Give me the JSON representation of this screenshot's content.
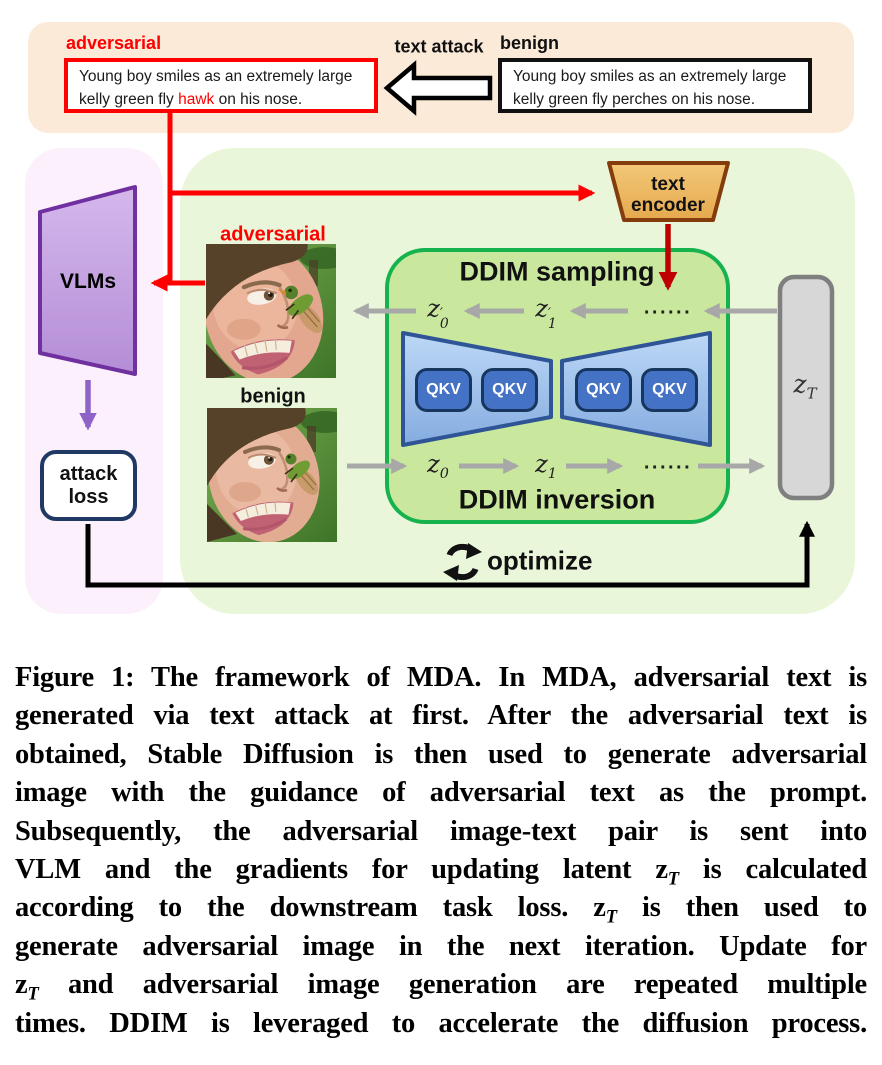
{
  "figure": {
    "top_panel": {
      "adversarial_label": "adversarial",
      "adversarial_text_pre": "Young boy smiles as an extremely large kelly green fly ",
      "adversarial_text_highlight": "hawk",
      "adversarial_text_post": " on his nose.",
      "arrow_label": "text attack",
      "benign_label": "benign",
      "benign_text": "Young boy smiles as an extremely large kelly green fly perches on his nose."
    },
    "left_panel": {
      "vlm_label": "VLMs",
      "attack_loss_line1": "attack",
      "attack_loss_line2": "loss"
    },
    "images": {
      "adversarial_caption": "adversarial",
      "benign_caption": "benign"
    },
    "encoder": {
      "line1": "text",
      "line2": "encoder"
    },
    "diffusion": {
      "sampling_title": "DDIM sampling",
      "inversion_title": "DDIM inversion",
      "qkv": "QKV",
      "top_latents": [
        {
          "base": "z",
          "prime": "′",
          "sub": "0"
        },
        {
          "base": "z",
          "prime": "′",
          "sub": "1"
        },
        {
          "dots": "......"
        }
      ],
      "bottom_latents": [
        {
          "base": "z",
          "sub": "0"
        },
        {
          "base": "z",
          "sub": "1"
        },
        {
          "dots": "......"
        }
      ],
      "zt": {
        "base": "z",
        "sub": "T"
      }
    },
    "optimize_label": "optimize",
    "colors": {
      "accent_red": "#FF0000",
      "dark_red_arrow": "#C00000",
      "green_border": "#16B24E",
      "inner_green_fill": "#C9E89E",
      "outer_green_fill": "#EAF6DA",
      "peach_fill": "#FCEAD9",
      "pink_fill": "#FBF0FC",
      "purple_border": "#7030A0",
      "blue_block": "#4472C4",
      "gray_arrow": "#A8A8A8"
    }
  },
  "caption": {
    "lines": [
      "Figure 1: The framework of MDA. In MDA, adversarial text is",
      "generated via text attack at first. After the adversarial text is",
      "obtained, Stable Diffusion is then used to generate adversarial",
      "image with the guidance of adversarial text as the prompt.",
      "Subsequently, the adversarial image-text pair is sent into",
      "VLM and the gradients for updating latent z_T is calculated",
      "according to the downstream task loss. z_T is then used to",
      "generate adversarial image in the next iteration. Update for",
      "z_T and adversarial image generation are repeated multiple",
      "times. DDIM is leveraged to accelerate the diffusion process."
    ]
  }
}
